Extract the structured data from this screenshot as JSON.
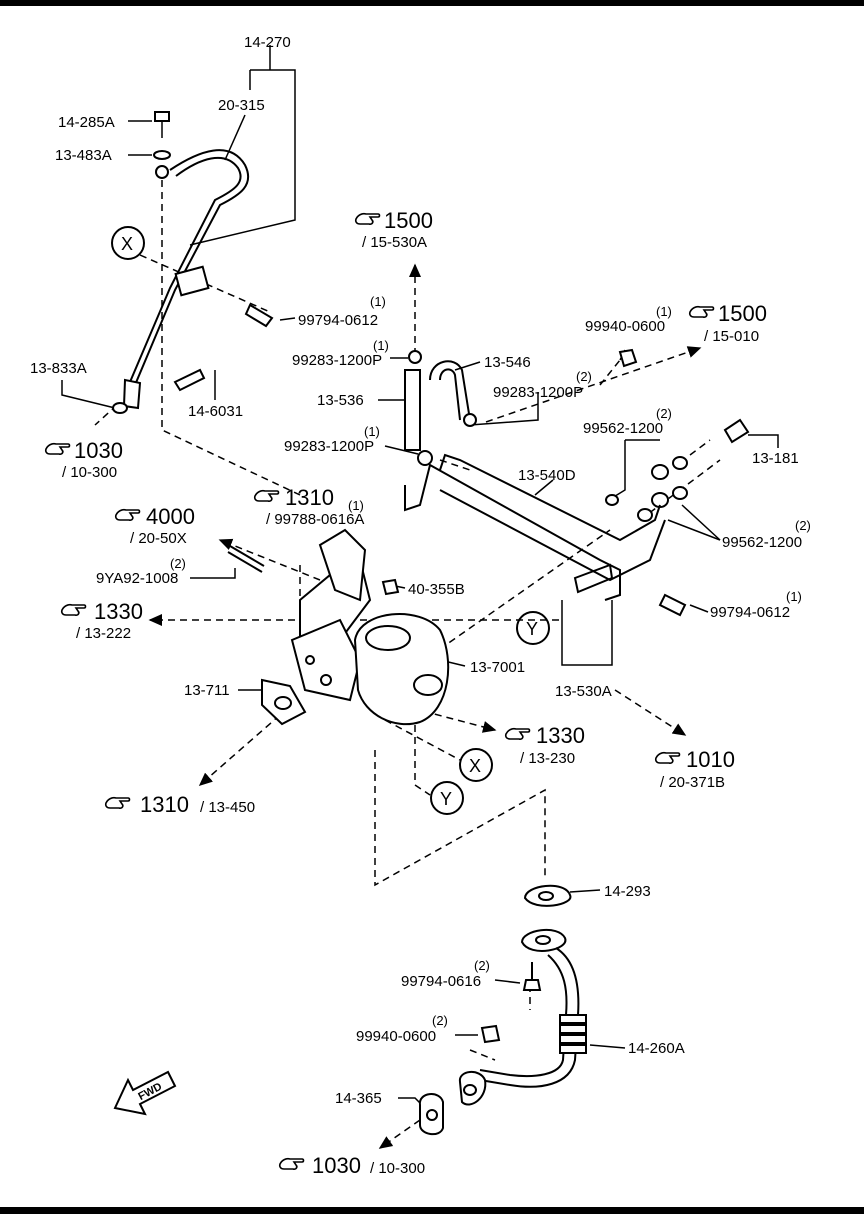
{
  "labels": {
    "p14_270": "14-270",
    "p20_315": "20-315",
    "p14_285A": "14-285A",
    "p13_483A": "13-483A",
    "p13_833A": "13-833A",
    "p14_6031": "14-6031",
    "p99794_0612_a": "99794-0612",
    "q99794_0612_a": "(1)",
    "p99283_1200P_a": "99283-1200P",
    "q99283_1200P_a": "(1)",
    "p13_546": "13-546",
    "p13_536": "13-536",
    "p99283_1200P_b": "99283-1200P",
    "q99283_1200P_b": "(2)",
    "p99283_1200P_c": "99283-1200P",
    "q99283_1200P_c": "(1)",
    "p99940_0600_a": "99940-0600",
    "q99940_0600_a": "(1)",
    "p99562_1200_a": "99562-1200",
    "q99562_1200_a": "(2)",
    "p13_181": "13-181",
    "p13_540D": "13-540D",
    "p99562_1200_b": "99562-1200",
    "q99562_1200_b": "(2)",
    "p99794_0612_b": "99794-0612",
    "q99794_0612_b": "(1)",
    "p9YA92_1008": "9YA92-1008",
    "q9YA92_1008": "(2)",
    "p40_355B": "40-355B",
    "p13_7001": "13-7001",
    "p13_530A": "13-530A",
    "p13_711": "13-711",
    "p14_293": "14-293",
    "p99794_0616": "99794-0616",
    "q99794_0616": "(2)",
    "p99940_0600_b": "99940-0600",
    "q99940_0600_b": "(2)",
    "p14_260A": "14-260A",
    "p14_365": "14-365",
    "p99788_0616A": "/ 99788-0616A",
    "q99788_0616A": "(1)"
  },
  "refs": {
    "r1500_a": {
      "num": "1500",
      "sub": "/ 15-530A"
    },
    "r1500_b": {
      "num": "1500",
      "sub": "/ 15-010"
    },
    "r1030_a": {
      "num": "1030",
      "sub": "/ 10-300"
    },
    "r1310_a": {
      "num": "1310",
      "sub": ""
    },
    "r4000": {
      "num": "4000",
      "sub": "/ 20-50X"
    },
    "r1330_a": {
      "num": "1330",
      "sub": "/ 13-222"
    },
    "r1330_b": {
      "num": "1330",
      "sub": "/ 13-230"
    },
    "r1010": {
      "num": "1010",
      "sub": "/ 20-371B"
    },
    "r1310_b": {
      "num": "1310",
      "sub": "/ 13-450"
    },
    "r1030_b": {
      "num": "1030",
      "sub": "/ 10-300"
    }
  },
  "markers": {
    "x": "X",
    "y": "Y"
  },
  "fwd": "FWD",
  "icons": {
    "reference": "pointing-hand-icon",
    "forward": "fwd-arrow-icon"
  }
}
